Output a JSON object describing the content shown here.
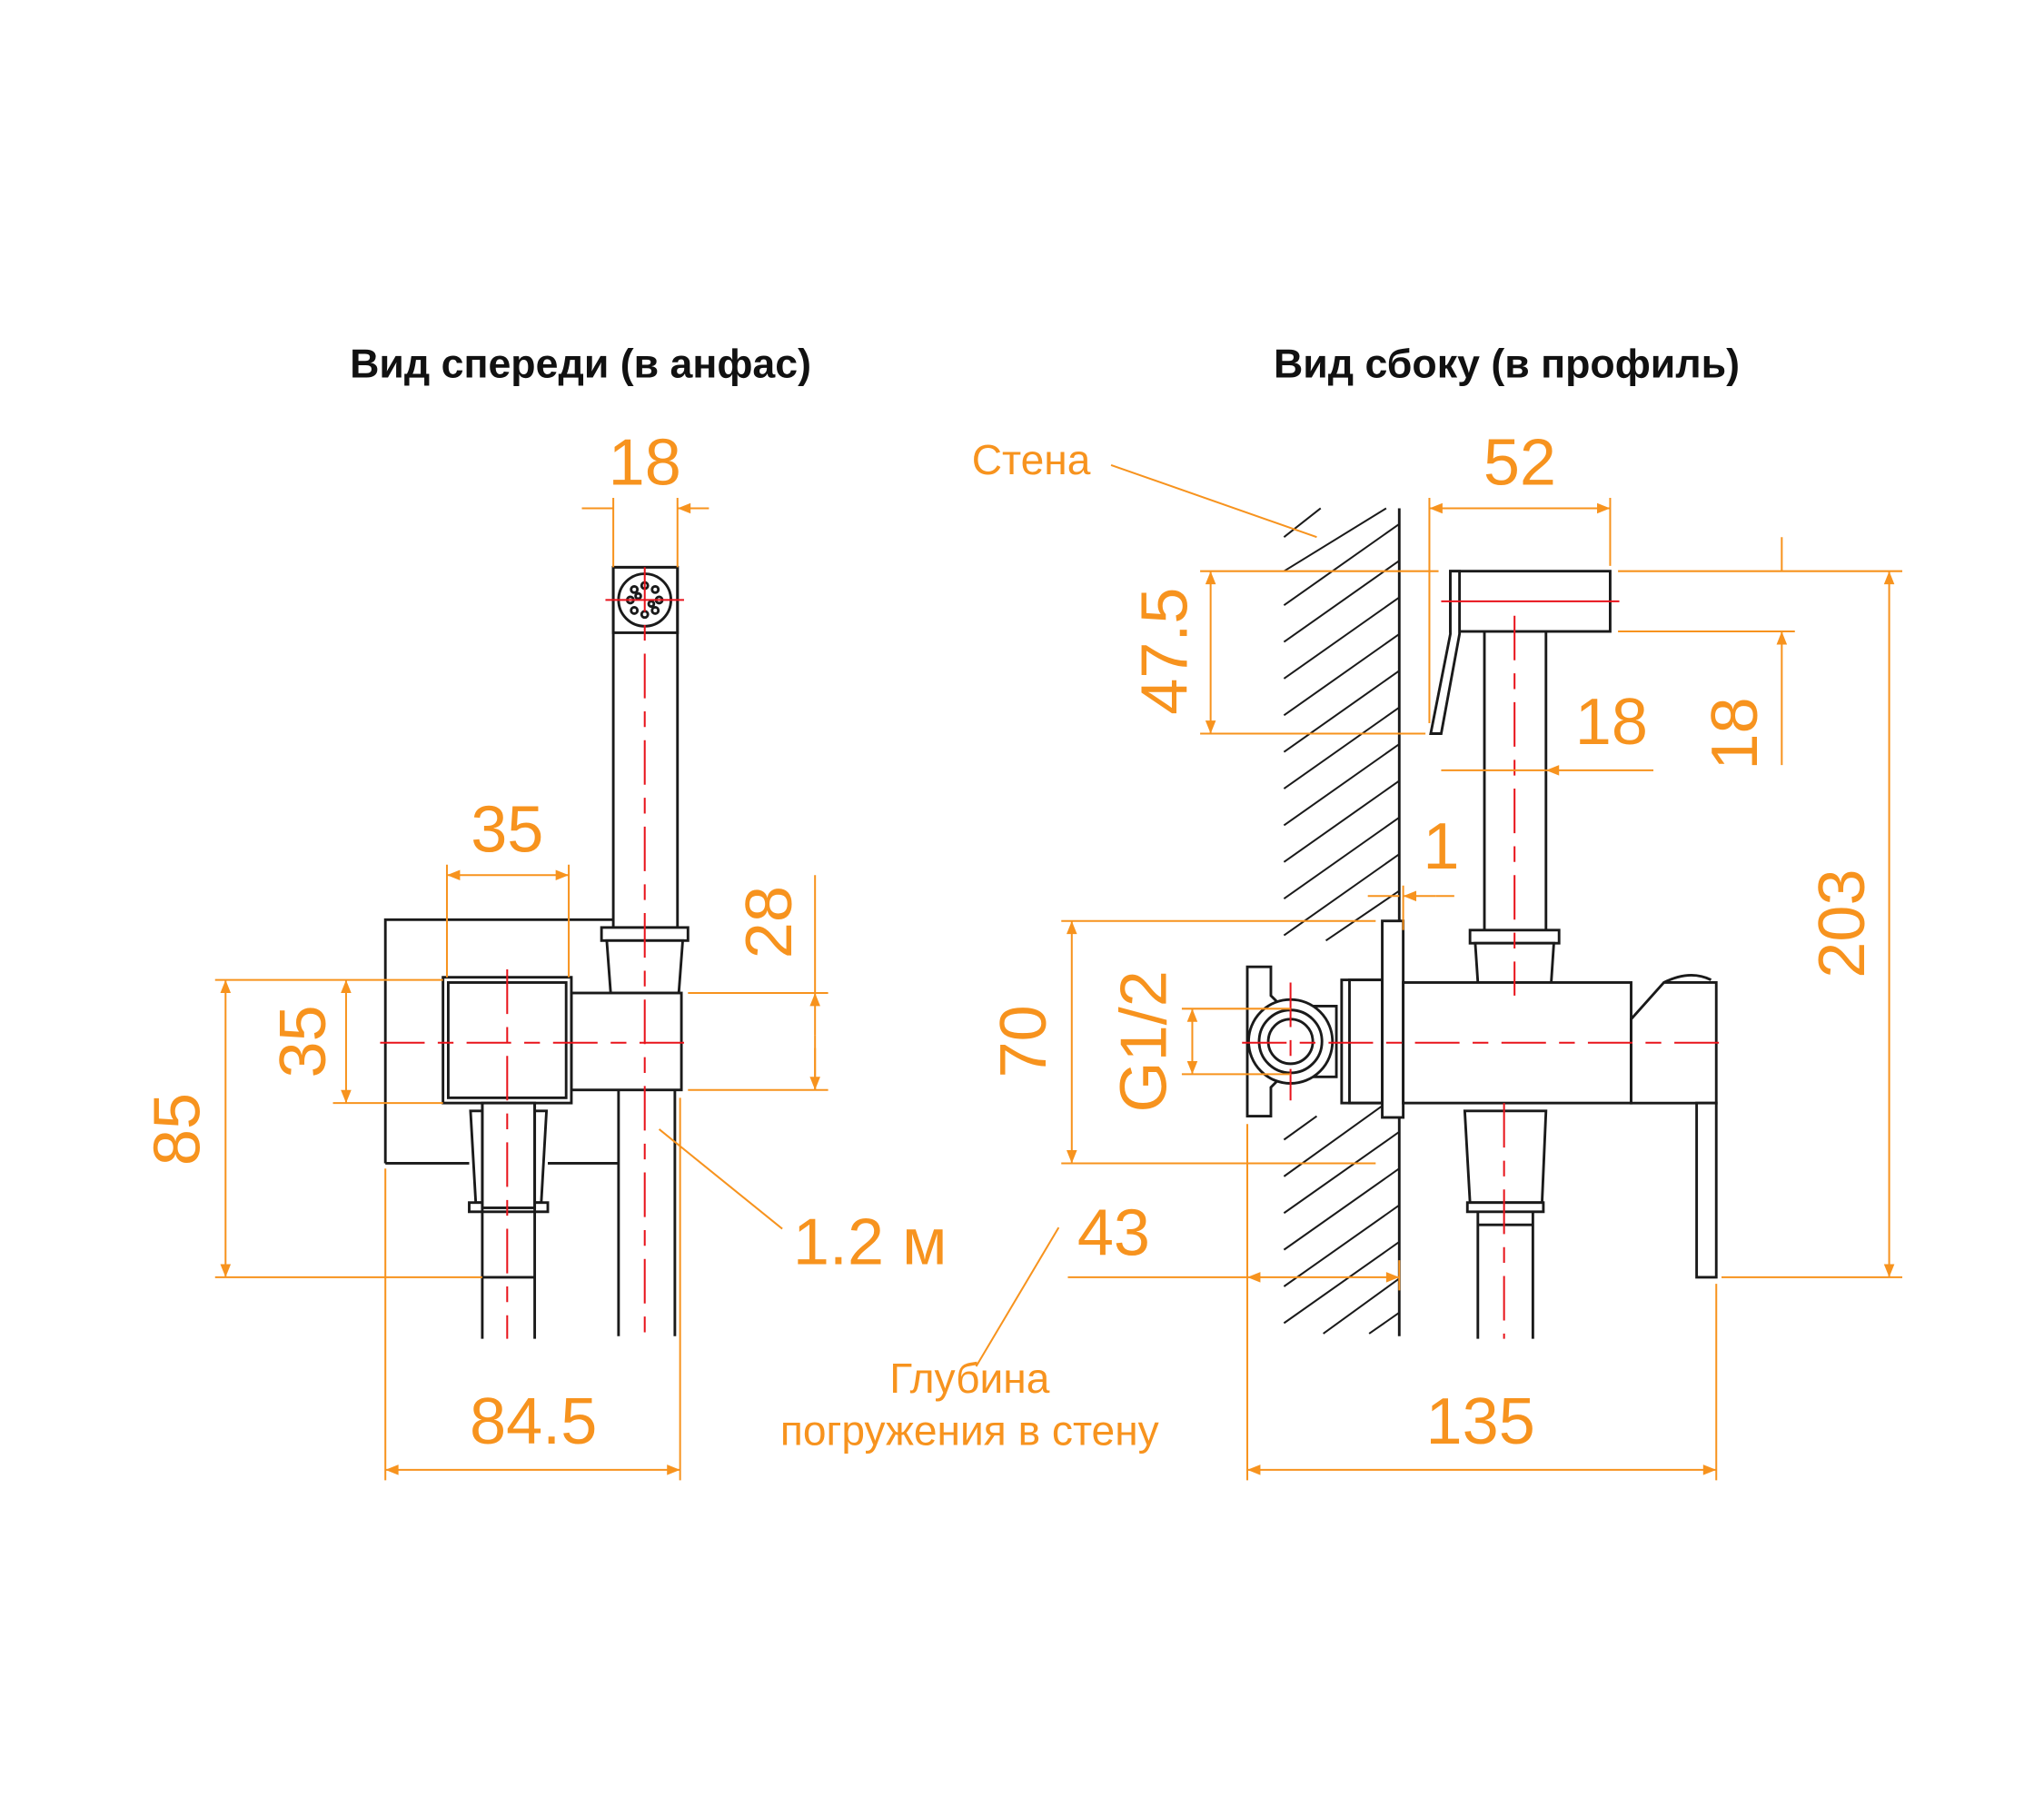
{
  "titles": {
    "front": "Вид спереди (в анфас)",
    "side": "Вид сбоку (в профиль)"
  },
  "front_dims": {
    "head_width": "18",
    "body_width": "35",
    "arm_height": "28",
    "body_height": "35",
    "outlet_height": "85",
    "total_width": "84.5",
    "hose_length": "1.2 м"
  },
  "side_dims": {
    "head_depth": "52",
    "head_height": "47.5",
    "stem_width": "18",
    "head_thickness": "18",
    "total_height": "203",
    "plate_gap": "1",
    "plate_height": "70",
    "thread": "G1/2",
    "embed_depth": "43",
    "total_depth": "135"
  },
  "labels": {
    "wall": "Стена",
    "depth_line1": "Глубина",
    "depth_line2": "погружения в стену"
  },
  "colors": {
    "dimension": "#f7931e",
    "centerline": "#e8131b",
    "outline": "#1a1a1a"
  }
}
